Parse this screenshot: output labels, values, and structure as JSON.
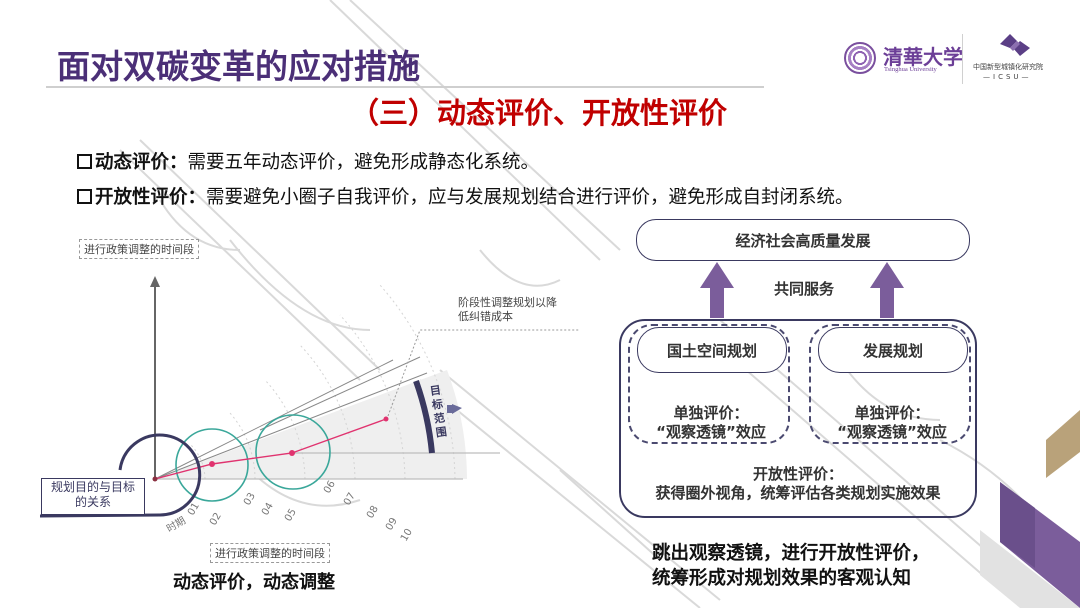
{
  "slide": {
    "title": "面对双碳变革的应对措施",
    "section_title": "（三）动态评价、开放性评价",
    "bullets": [
      {
        "key": "动态评价：",
        "text": "需要五年动态评价，避免形成静态化系统。"
      },
      {
        "key": "开放性评价：",
        "text": "需要避免小圈子自我评价，应与发展规划结合进行评价，避免形成自封闭系统。"
      }
    ]
  },
  "logos": {
    "tsinghua_cn": "清華大学",
    "tsinghua_en": "Tsinghua University",
    "icsu_cn": "中国新型城镇化研究院",
    "icsu_en": "—ICSU—"
  },
  "left_diagram": {
    "top_tag": "进行政策调整的时间段",
    "bottom_tag": "进行政策调整的时间段",
    "relation_label_line1": "规划目的与目标",
    "relation_label_line2": "的关系",
    "note_line1": "阶段性调整规划以降",
    "note_line2": "低纠错成本",
    "target_range": "目标范围",
    "time_prefix": "时期",
    "time_ticks": [
      "01",
      "02",
      "03",
      "04",
      "05",
      "06",
      "07",
      "08",
      "09",
      "10"
    ],
    "caption": "动态评价，动态调整"
  },
  "right_diagram": {
    "top_pill": "经济社会高质量发展",
    "middle_label": "共同服务",
    "left_plan": "国土空间规划",
    "right_plan": "发展规划",
    "single_eval_line1": "单独评价：",
    "single_eval_line2": "“观察透镜”效应",
    "open_eval_line1": "开放性评价：",
    "open_eval_line2": "获得圈外视角，统筹评估各类规划实施效果",
    "caption_line1": "跳出观察透镜，进行开放性评价，",
    "caption_line2": "统筹形成对规划效果的客观认知"
  },
  "colors": {
    "title_purple": "#4b2f77",
    "section_red": "#c00000",
    "arrow_purple": "#7b5d9b",
    "navy_outline": "#3a3960",
    "teal_circle": "#3aa79a",
    "pink_line": "#e0336f",
    "gold_deco": "#b9a27a"
  }
}
